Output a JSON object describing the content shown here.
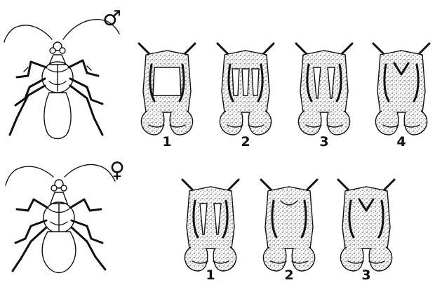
{
  "panels": [
    {
      "id": "male",
      "symbol": "♂",
      "figures": [
        {
          "label": "1",
          "variant": "open"
        },
        {
          "label": "2",
          "variant": "three-teeth"
        },
        {
          "label": "3",
          "variant": "two-teeth"
        },
        {
          "label": "4",
          "variant": "stippled-notch"
        }
      ]
    },
    {
      "id": "female",
      "symbol": "♀",
      "figures": [
        {
          "label": "1",
          "variant": "two-teeth"
        },
        {
          "label": "2",
          "variant": "stippled"
        },
        {
          "label": "3",
          "variant": "stippled-notch"
        }
      ]
    }
  ]
}
